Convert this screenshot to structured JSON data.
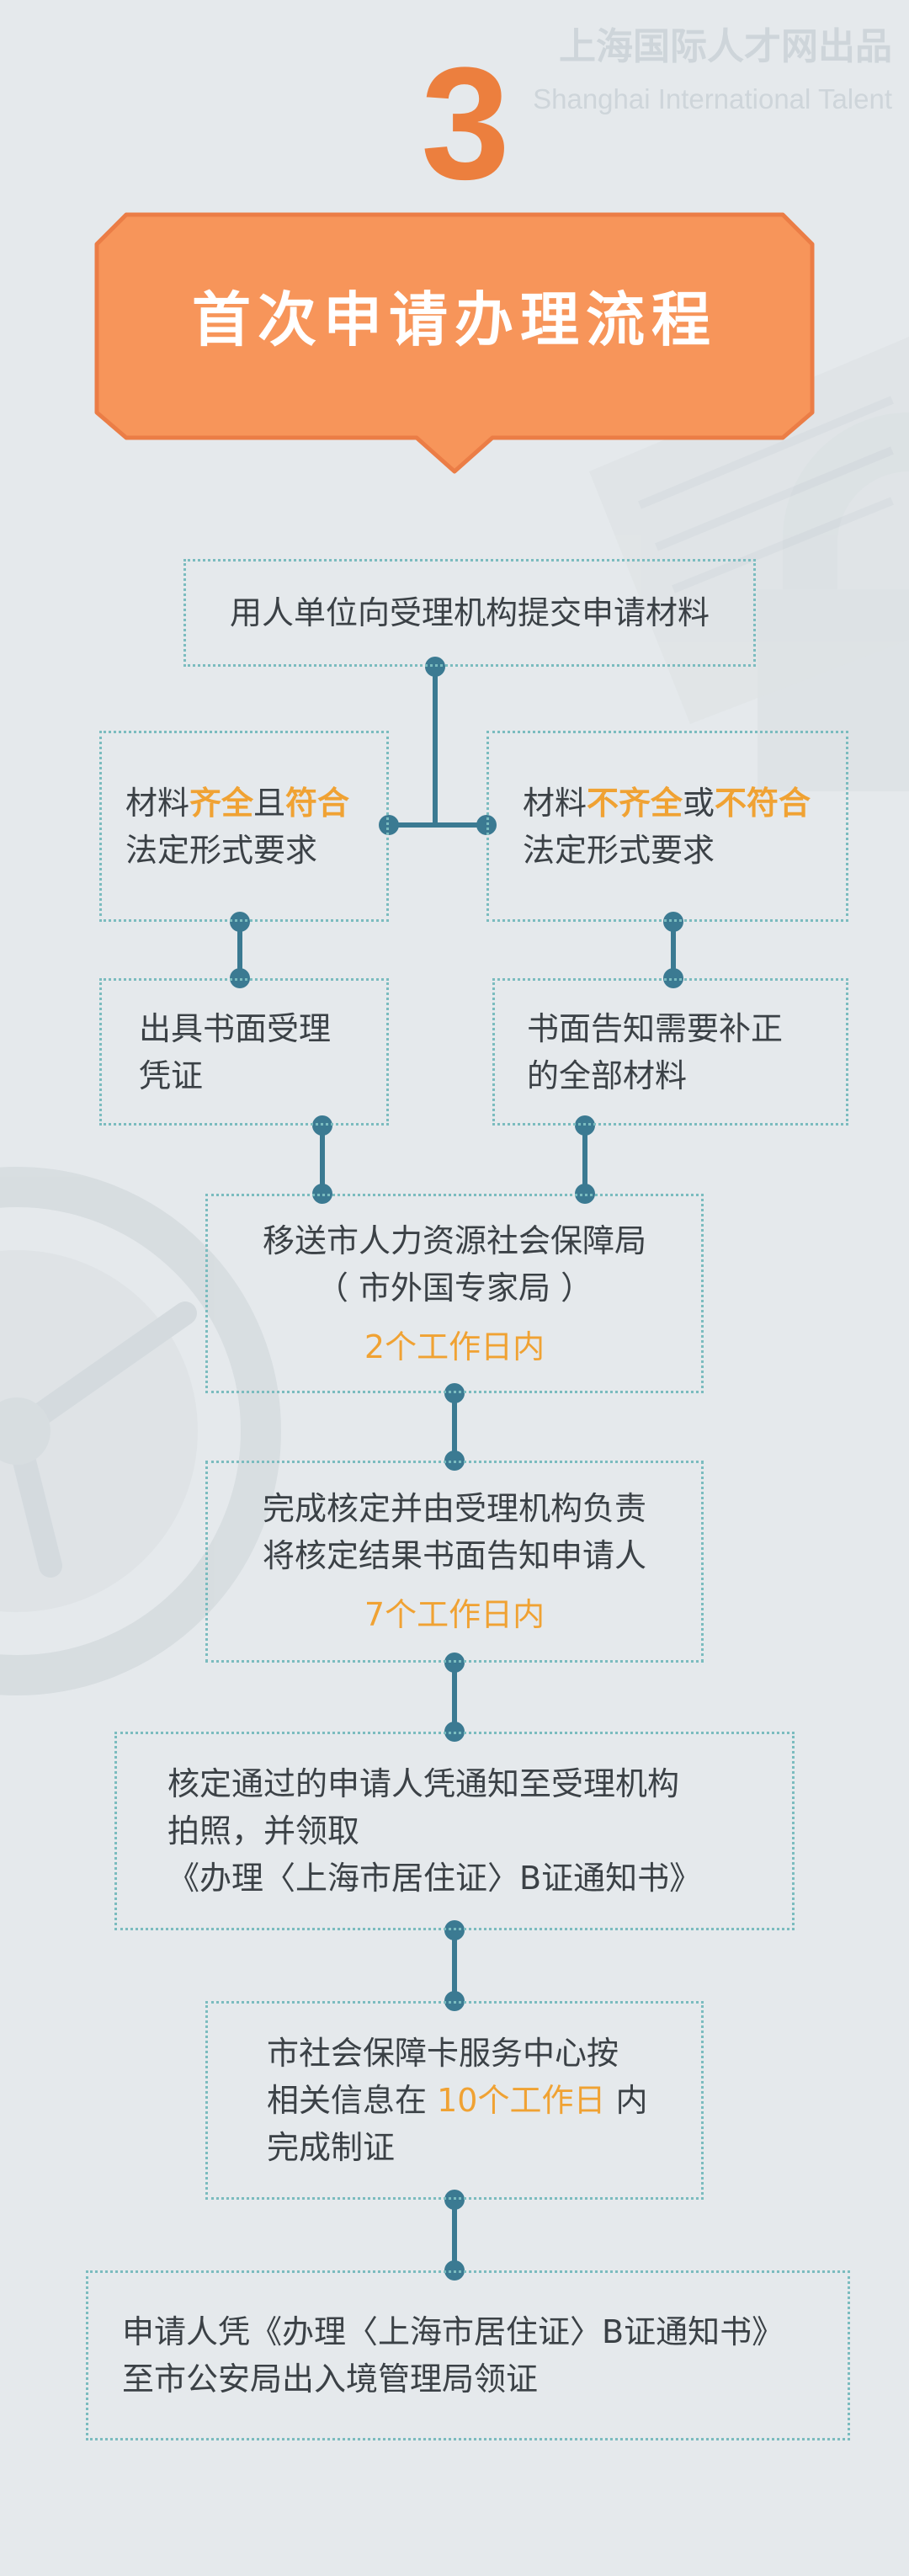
{
  "header": {
    "step_number": "3",
    "watermark_cn": "上海国际人才网出品",
    "watermark_en": "Shanghai International Talent",
    "title": "首次申请办理流程"
  },
  "flow": {
    "submit": "用人单位向受理机构提交申请材料",
    "left_branch": {
      "line1_prefix": "材料",
      "line1_hl1": "齐全",
      "line1_mid": "且",
      "line1_hl2": "符合",
      "line2": "法定形式要求"
    },
    "right_branch": {
      "line1_prefix": "材料",
      "line1_hl1": "不齐全",
      "line1_mid": "或",
      "line1_hl2": "不符合",
      "line2": "法定形式要求"
    },
    "left_result": {
      "line1": "出具书面受理",
      "line2": "凭证"
    },
    "right_result": {
      "line1": "书面告知需要补正",
      "line2": "的全部材料"
    },
    "transfer": {
      "line1": "移送市人力资源社会保障局",
      "line2": "（ 市外国专家局 ）",
      "deadline": "2个工作日内"
    },
    "verify": {
      "line1": "完成核定并由受理机构负责",
      "line2": "将核定结果书面告知申请人",
      "deadline": "7个工作日内"
    },
    "notice": {
      "line1": "核定通过的申请人凭通知至受理机构",
      "line2": "拍照，并领取",
      "line3": "《办理〈上海市居住证〉B证通知书》"
    },
    "card_center": {
      "line1": "市社会保障卡服务中心按",
      "line2_prefix": "相关信息在 ",
      "line2_hl": "10个工作日",
      "line2_suffix": " 内",
      "line3": "完成制证"
    },
    "collect": {
      "line1": "申请人凭《办理〈上海市居住证〉B证通知书》",
      "line2": "至市公安局出入境管理局领证"
    }
  },
  "colors": {
    "background": "#e5e9ec",
    "accent_orange": "#ec7f3e",
    "title_banner": "#f7955a",
    "highlight": "#f0a233",
    "box_border": "#7bbcbf",
    "connector": "#3b7a92"
  }
}
